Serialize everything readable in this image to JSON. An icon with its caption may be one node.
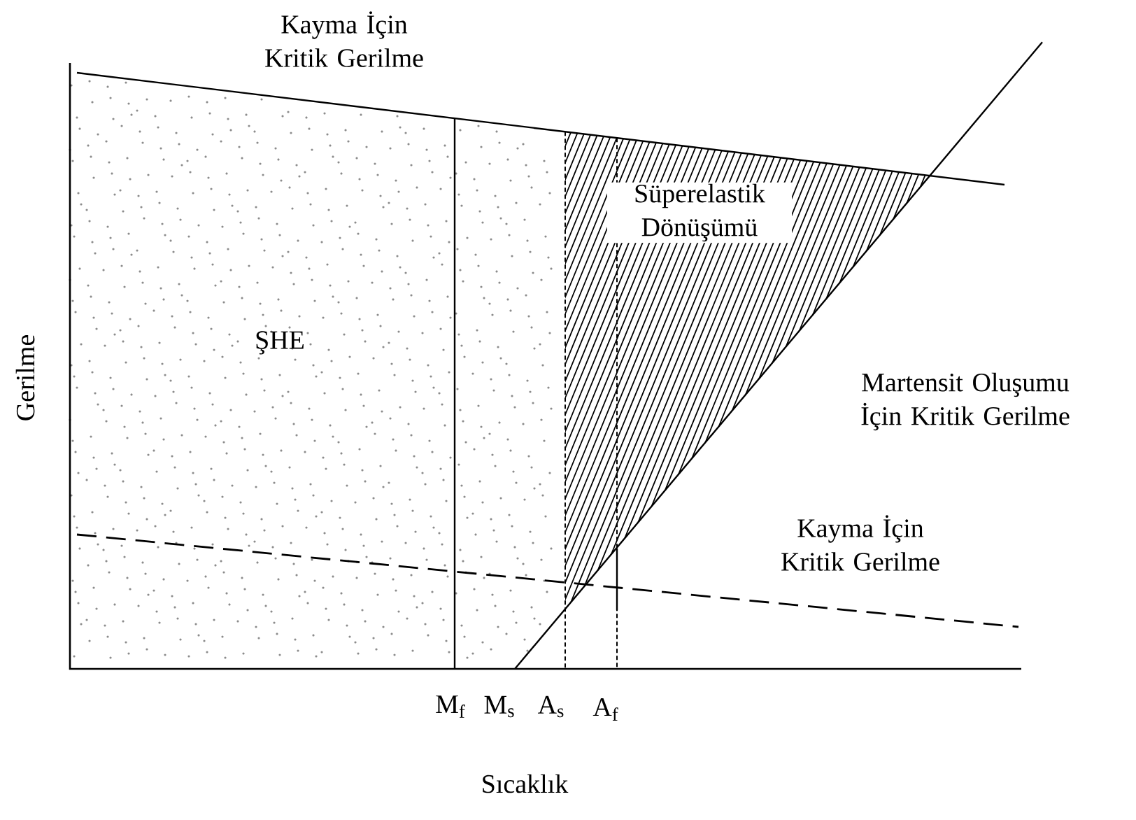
{
  "diagram": {
    "labels": [
      "Kayma İçin Kritik Gerilme",
      "Süperelastik Dönüşümü",
      "ŞHE",
      "Gerilme",
      "Martensit Oluşumu İçin Kritik Gerilme",
      "Kayma İçin Kritik Gerilme",
      "M$_{f}$",
      "M$_{s}$",
      "A$_{s}$",
      "A$_{f}$",
      "Sıcaklık"
    ]
  }
}
